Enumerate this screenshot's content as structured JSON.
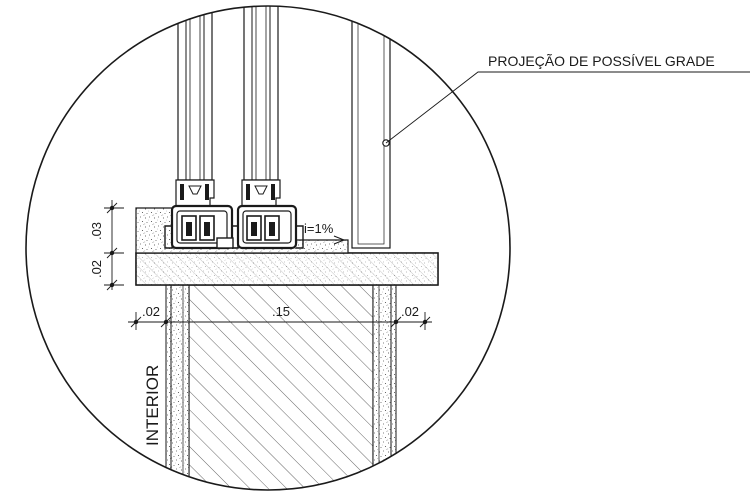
{
  "annotations": {
    "callout": "PROJEÇÃO DE POSSÍVEL GRADE",
    "slope": "i=1%",
    "room": "INTERIOR"
  },
  "dimensions": {
    "vertical_upper": ".03",
    "vertical_lower": ".02",
    "horizontal_left": ".02",
    "horizontal_center": ".15",
    "horizontal_right": ".02"
  },
  "colors": {
    "line": "#1a1a1a",
    "hatch": "#555555",
    "background": "#ffffff"
  }
}
